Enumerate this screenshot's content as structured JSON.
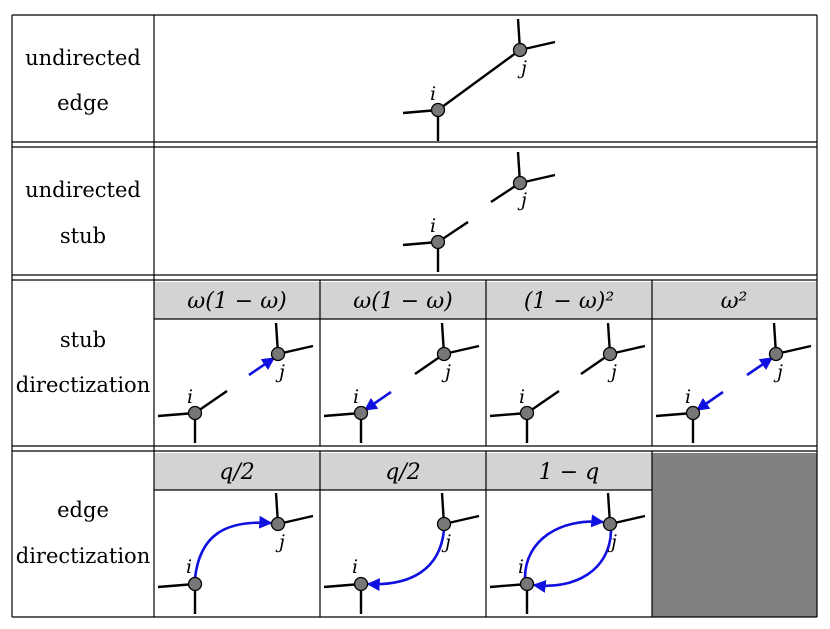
{
  "rows": [
    {
      "label_lines": [
        "undirected",
        "edge"
      ]
    },
    {
      "label_lines": [
        "undirected",
        "stub"
      ]
    },
    {
      "label_lines": [
        "stub",
        "directization"
      ],
      "headers": [
        "ω(1 − ω)",
        "ω(1 − ω)",
        "(1 − ω)²",
        "ω²"
      ]
    },
    {
      "label_lines": [
        "edge",
        "directization"
      ],
      "headers": [
        "q/2",
        "q/2",
        "1 − q",
        ""
      ]
    }
  ],
  "node_labels": {
    "i": "i",
    "j": "j"
  },
  "colors": {
    "header_fill": "#d3d3d3",
    "empty_cell_fill": "#808080",
    "node_fill": "#777777",
    "arrow": "#1010e0",
    "edge": "#000000"
  }
}
